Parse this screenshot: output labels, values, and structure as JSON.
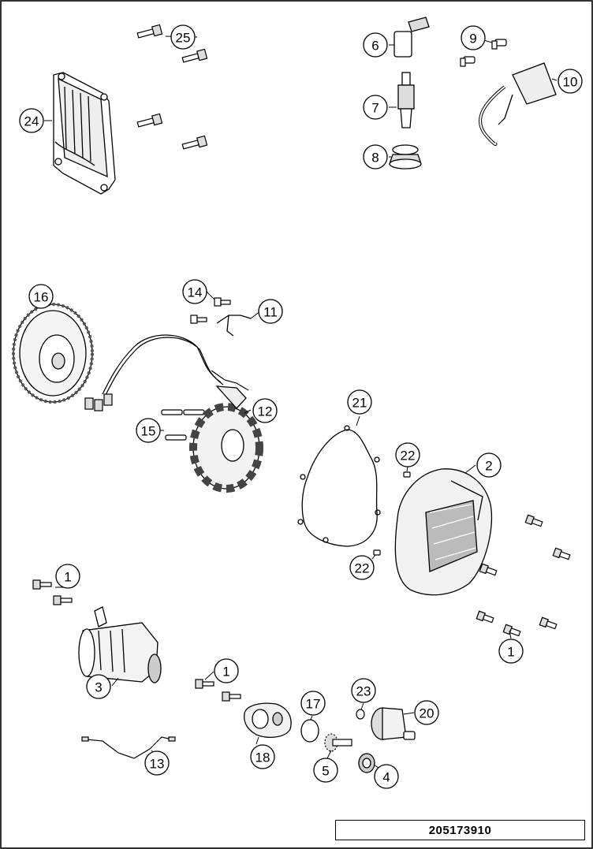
{
  "document_number": "205173910",
  "callouts": [
    {
      "id": "c1a",
      "number": "1"
    },
    {
      "id": "c1b",
      "number": "1"
    },
    {
      "id": "c1c",
      "number": "1"
    },
    {
      "id": "c2",
      "number": "2"
    },
    {
      "id": "c3",
      "number": "3"
    },
    {
      "id": "c4",
      "number": "4"
    },
    {
      "id": "c5",
      "number": "5"
    },
    {
      "id": "c6",
      "number": "6"
    },
    {
      "id": "c7",
      "number": "7"
    },
    {
      "id": "c8",
      "number": "8"
    },
    {
      "id": "c9",
      "number": "9"
    },
    {
      "id": "c10",
      "number": "10"
    },
    {
      "id": "c11",
      "number": "11"
    },
    {
      "id": "c12",
      "number": "12"
    },
    {
      "id": "c13",
      "number": "13"
    },
    {
      "id": "c14",
      "number": "14"
    },
    {
      "id": "c15",
      "number": "15"
    },
    {
      "id": "c16",
      "number": "16"
    },
    {
      "id": "c17",
      "number": "17"
    },
    {
      "id": "c18",
      "number": "18"
    },
    {
      "id": "c20",
      "number": "20"
    },
    {
      "id": "c21",
      "number": "21"
    },
    {
      "id": "c22a",
      "number": "22"
    },
    {
      "id": "c22b",
      "number": "22"
    },
    {
      "id": "c23",
      "number": "23"
    },
    {
      "id": "c24",
      "number": "24"
    },
    {
      "id": "c25",
      "number": "25"
    }
  ]
}
